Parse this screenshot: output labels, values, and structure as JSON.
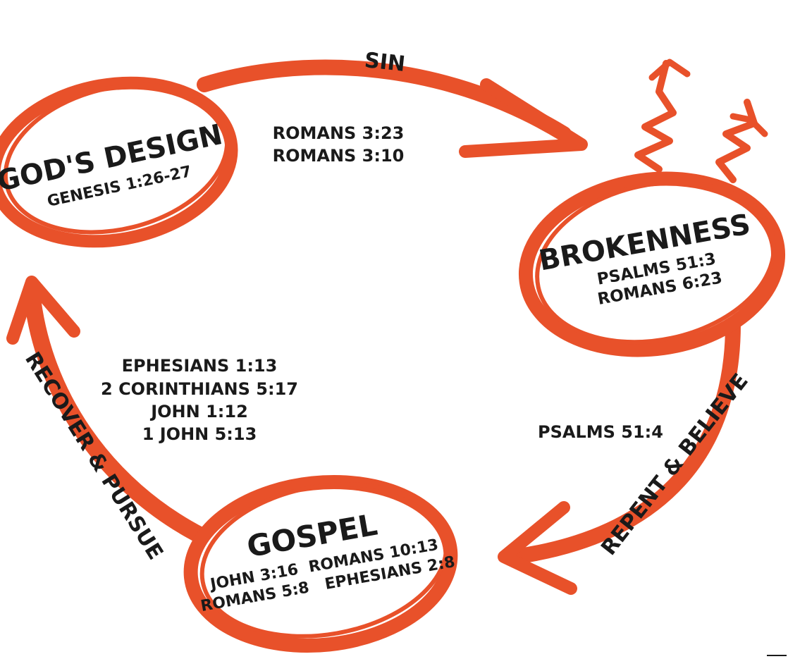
{
  "colors": {
    "accent": "#e8512a",
    "text": "#1a1a1a",
    "background": "#ffffff"
  },
  "nodes": {
    "gods_design": {
      "title": "GOD'S DESIGN",
      "refs": [
        "GENESIS 1:26-27"
      ]
    },
    "brokenness": {
      "title": "BROKENNESS",
      "refs": [
        "PSALMS 51:3",
        "ROMANS 6:23"
      ]
    },
    "gospel": {
      "title": "GOSPEL",
      "refs": [
        "JOHN 3:16  ROMANS 10:13",
        "ROMANS 5:8   EPHESIANS 2:8"
      ]
    }
  },
  "edges": {
    "sin": {
      "label": "SIN",
      "verses": [
        "ROMANS 3:23",
        "ROMANS 3:10"
      ]
    },
    "repent": {
      "label": "REPENT & BELIEVE",
      "verses": [
        "PSALMS 51:4"
      ]
    },
    "recover": {
      "label": "RECOVER & PURSUE",
      "verses": [
        "EPHESIANS 1:13",
        "2 CORINTHIANS 5:17",
        "JOHN 1:12",
        "1 JOHN 5:13"
      ]
    }
  }
}
